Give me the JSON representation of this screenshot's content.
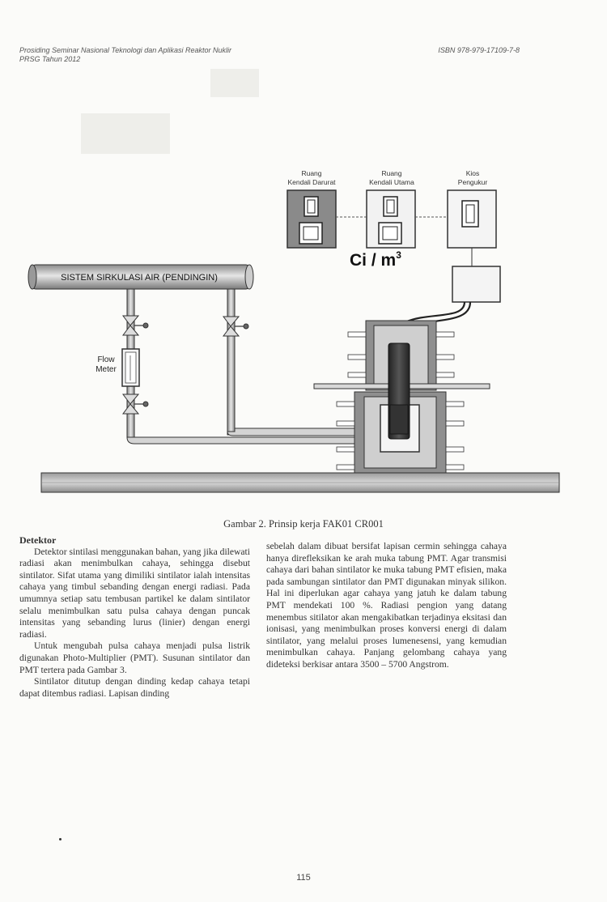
{
  "header": {
    "left_line1": "Prosiding Seminar Nasional Teknologi dan Aplikasi Reaktor Nuklir",
    "left_line2": "PRSG Tahun 2012",
    "isbn": "ISBN 978-979-17109-7-8"
  },
  "figure": {
    "room1": "Ruang",
    "room1b": "Kendali Darurat",
    "room2": "Ruang",
    "room2b": "Kendali Utama",
    "room3": "Kios",
    "room3b": "Pengukur",
    "unit_ci": "Ci / m",
    "unit_sup": "3",
    "pipe_label": "SISTEM SIRKULASI AIR (PENDINGIN)",
    "flow1": "Flow",
    "flow2": "Meter"
  },
  "caption": "Gambar 2. Prinsip kerja FAK01 CR001",
  "section_title": "Detektor",
  "col1": {
    "p1": "Detektor sintilasi menggunakan bahan, yang jika dilewati radiasi akan menimbulkan cahaya, sehingga disebut sintilator. Sifat utama yang dimiliki sintilator ialah intensitas cahaya yang timbul sebanding dengan energi radiasi. Pada umumnya setiap satu tembusan partikel ke dalam sintilator selalu menimbulkan satu pulsa cahaya dengan puncak intensitas yang sebanding lurus (linier) dengan energi radiasi.",
    "p2": "Untuk mengubah pulsa cahaya menjadi pulsa listrik digunakan Photo-Multiplier (PMT). Susunan sintilator dan PMT tertera pada Gambar 3.",
    "p3": "Sintilator ditutup dengan dinding kedap cahaya tetapi dapat ditembus radiasi. Lapisan dinding"
  },
  "col2": {
    "p1": "sebelah dalam dibuat bersifat lapisan cermin sehingga cahaya hanya direfleksikan ke arah muka tabung PMT. Agar transmisi cahaya dari bahan sintilator ke muka tabung PMT efisien, maka pada sambungan sintilator dan PMT digunakan minyak silikon. Hal ini diperlukan agar cahaya yang jatuh ke dalam tabung PMT mendekati 100 %. Radiasi pengion yang datang menembus sitilator akan mengakibatkan terjadinya eksitasi dan ionisasi, yang menimbulkan proses konversi energi di dalam sintilator, yang melalui proses lumenesensi, yang kemudian menimbulkan cahaya. Panjang gelombang cahaya yang dideteksi berkisar antara 3500 – 5700 Angstrom."
  },
  "page_number": "115"
}
